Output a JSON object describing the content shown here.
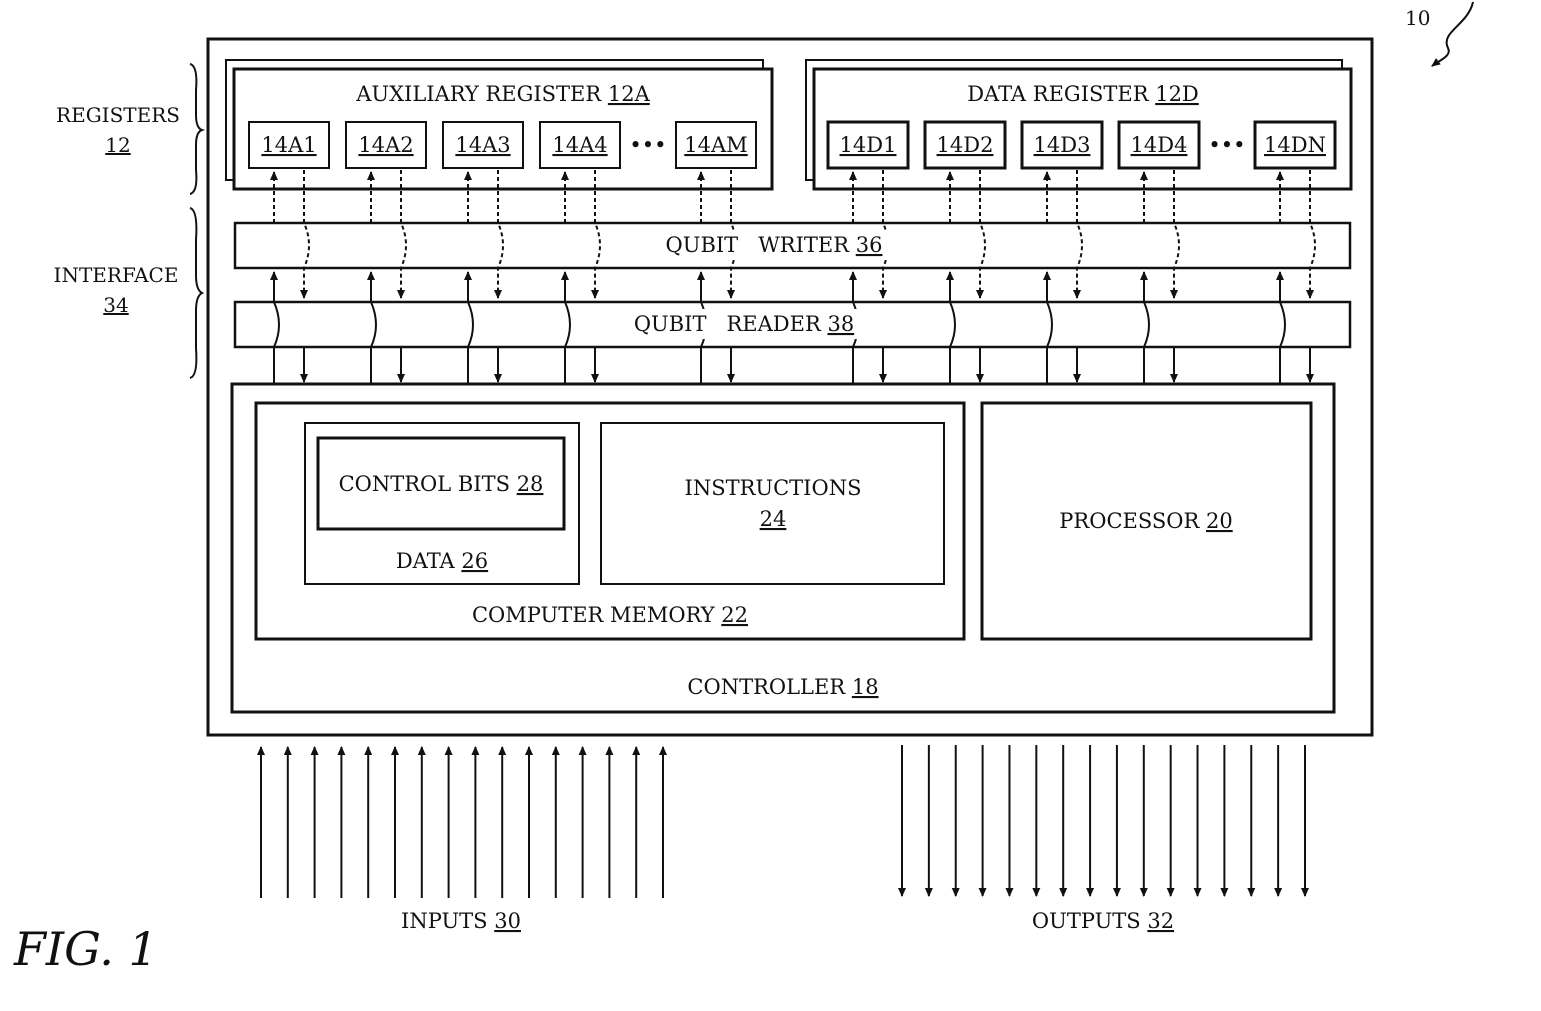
{
  "reference_numeral": "10",
  "figure_label": "FIG. 1",
  "side_labels": {
    "registers": {
      "name": "REGISTERS",
      "num": "12"
    },
    "interface": {
      "name": "INTERFACE",
      "num": "34"
    }
  },
  "aux_register": {
    "name": "AUXILIARY REGISTER ",
    "num": "12A",
    "qubits": [
      "14A1",
      "14A2",
      "14A3",
      "14A4",
      "14AM"
    ]
  },
  "data_register": {
    "name": "DATA REGISTER ",
    "num": "12D",
    "qubits": [
      "14D1",
      "14D2",
      "14D3",
      "14D4",
      "14DN"
    ]
  },
  "ellipsis": "•••",
  "qubit_writer": {
    "name": "QUBIT   WRITER ",
    "num": "36"
  },
  "qubit_reader": {
    "name": "QUBIT   READER ",
    "num": "38"
  },
  "control_bits": {
    "name": "CONTROL BITS ",
    "num": "28"
  },
  "data": {
    "name": "DATA ",
    "num": "26"
  },
  "instructions": {
    "name": "INSTRUCTIONS",
    "num": "24"
  },
  "processor": {
    "name": "PROCESSOR ",
    "num": "20"
  },
  "computer_memory": {
    "name": "COMPUTER MEMORY ",
    "num": "22"
  },
  "controller": {
    "name": "CONTROLLER ",
    "num": "18"
  },
  "inputs": {
    "name": "INPUTS ",
    "num": "30",
    "count": 16
  },
  "outputs": {
    "name": "OUTPUTS ",
    "num": "32",
    "count": 16
  }
}
